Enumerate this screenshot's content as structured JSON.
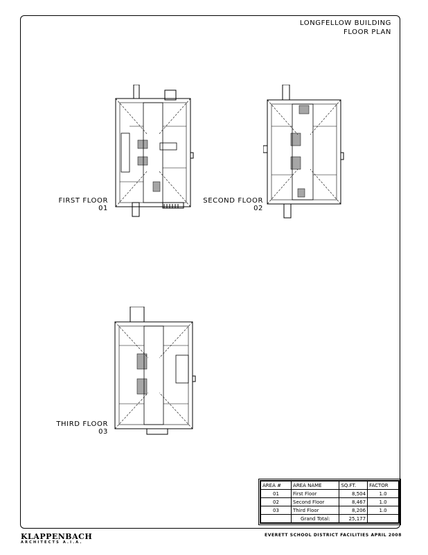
{
  "title": {
    "line1": "LONGFELLOW BUILDING",
    "line2": "FLOOR PLAN"
  },
  "floors": [
    {
      "name": "FIRST FLOOR",
      "number": "01"
    },
    {
      "name": "SECOND FLOOR",
      "number": "02"
    },
    {
      "name": "THIRD FLOOR",
      "number": "03"
    }
  ],
  "area_table": {
    "headers": [
      "AREA #",
      "AREA NAME",
      "SQ.FT.",
      "FACTOR"
    ],
    "rows": [
      {
        "area": "01",
        "name": "First Floor",
        "sqft": "8,504",
        "factor": "1.0"
      },
      {
        "area": "02",
        "name": "Second Floor",
        "sqft": "8,467",
        "factor": "1.0"
      },
      {
        "area": "03",
        "name": "Third Floor",
        "sqft": "8,206",
        "factor": "1.0"
      }
    ],
    "total_label": "Grand Total:",
    "total_value": "25,177"
  },
  "footer": {
    "logo_main": "KLAPPENBACH",
    "logo_sub": "ARCHITECTS A.I.A.",
    "credit": "EVERETT SCHOOL DISTRICT FACILITIES APRIL 2008"
  }
}
